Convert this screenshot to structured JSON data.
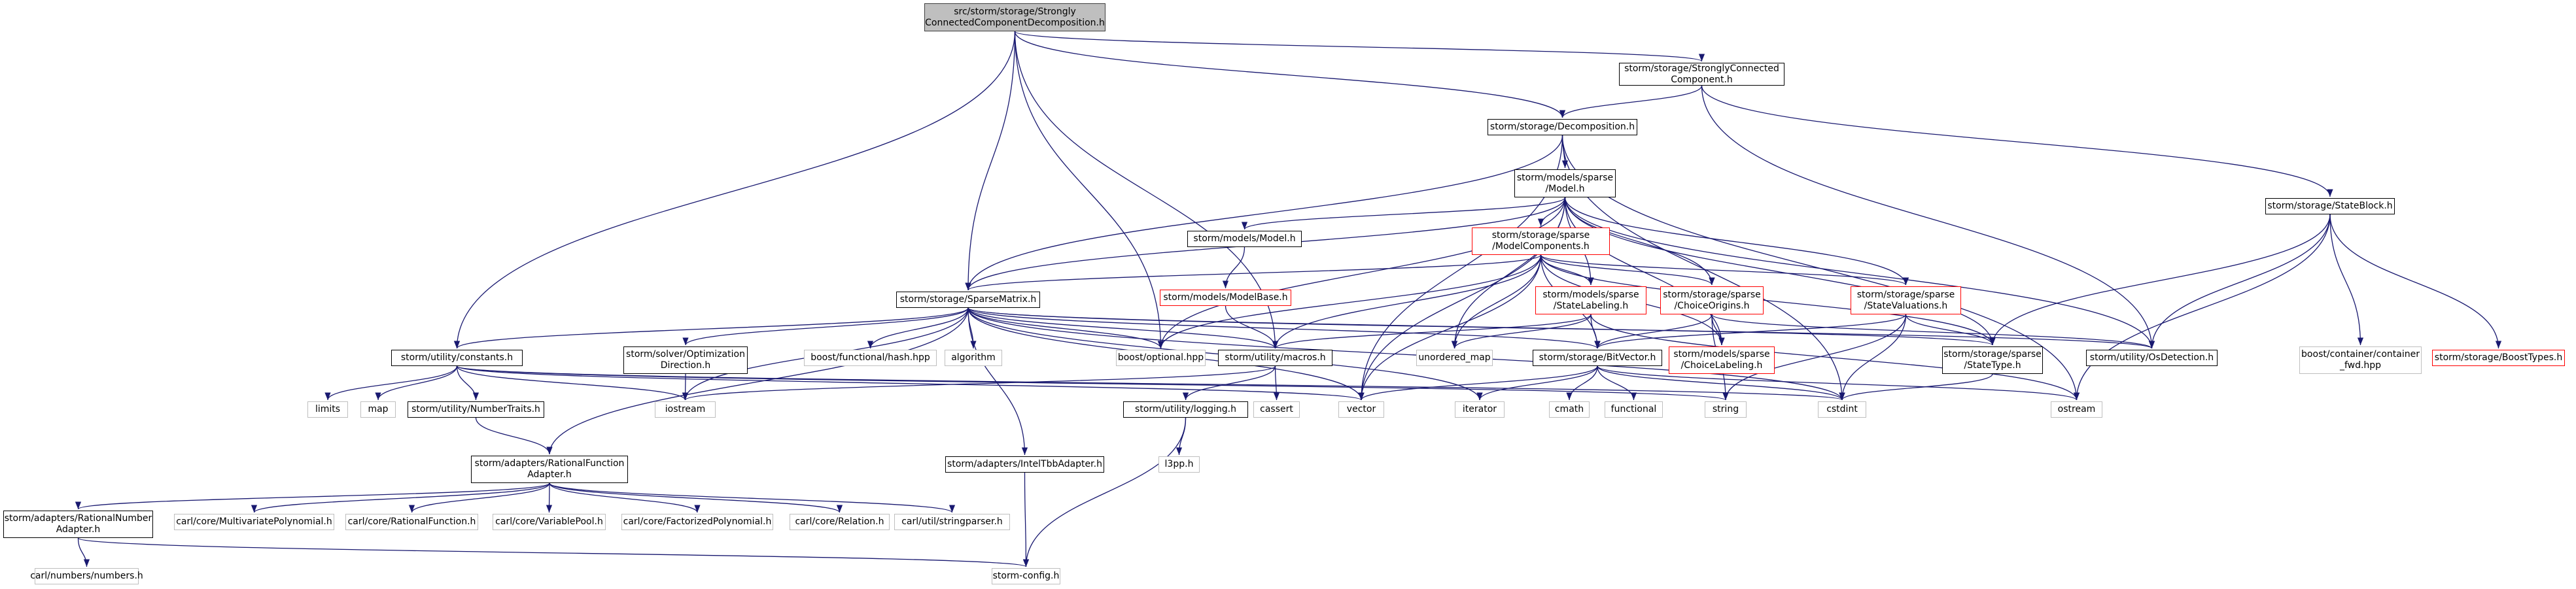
{
  "graph": {
    "edge_color": "#191970",
    "nodes": [
      {
        "id": "root",
        "label": "src/storm/storage/Strongly\nConnectedComponentDecomposition.h",
        "style": "root"
      },
      {
        "id": "scc",
        "label": "storm/storage/StronglyConnected\nComponent.h",
        "style": "normal"
      },
      {
        "id": "decomp",
        "label": "storm/storage/Decomposition.h",
        "style": "normal"
      },
      {
        "id": "model",
        "label": "storm/models/sparse\n/Model.h",
        "style": "normal"
      },
      {
        "id": "stateblock",
        "label": "storm/storage/StateBlock.h",
        "style": "normal"
      },
      {
        "id": "modelcomp",
        "label": "storm/storage/sparse\n/ModelComponents.h",
        "style": "red"
      },
      {
        "id": "modelsmodel",
        "label": "storm/models/Model.h",
        "style": "normal"
      },
      {
        "id": "modelbase",
        "label": "storm/models/ModelBase.h",
        "style": "red"
      },
      {
        "id": "statelab",
        "label": "storm/models/sparse\n/StateLabeling.h",
        "style": "red"
      },
      {
        "id": "choiceorig",
        "label": "storm/storage/sparse\n/ChoiceOrigins.h",
        "style": "red"
      },
      {
        "id": "stateval",
        "label": "storm/storage/sparse\n/StateValuations.h",
        "style": "red"
      },
      {
        "id": "sparsematrix",
        "label": "storm/storage/SparseMatrix.h",
        "style": "normal"
      },
      {
        "id": "constants",
        "label": "storm/utility/constants.h",
        "style": "normal"
      },
      {
        "id": "optdir",
        "label": "storm/solver/Optimization\nDirection.h",
        "style": "normal"
      },
      {
        "id": "hash",
        "label": "boost/functional/hash.hpp",
        "style": "grey"
      },
      {
        "id": "algorithm",
        "label": "algorithm",
        "style": "grey"
      },
      {
        "id": "optional",
        "label": "boost/optional.hpp",
        "style": "grey"
      },
      {
        "id": "macros",
        "label": "storm/utility/macros.h",
        "style": "normal"
      },
      {
        "id": "unordered",
        "label": "unordered_map",
        "style": "grey"
      },
      {
        "id": "bitvector",
        "label": "storm/storage/BitVector.h",
        "style": "normal"
      },
      {
        "id": "choicelab",
        "label": "storm/models/sparse\n/ChoiceLabeling.h",
        "style": "red"
      },
      {
        "id": "statetype",
        "label": "storm/storage/sparse\n/StateType.h",
        "style": "normal"
      },
      {
        "id": "osdet",
        "label": "storm/utility/OsDetection.h",
        "style": "normal"
      },
      {
        "id": "containerfwd",
        "label": "boost/container/container\n_fwd.hpp",
        "style": "grey"
      },
      {
        "id": "boosttypes",
        "label": "storm/storage/BoostTypes.h",
        "style": "red"
      },
      {
        "id": "limits",
        "label": "limits",
        "style": "grey"
      },
      {
        "id": "map",
        "label": "map",
        "style": "grey"
      },
      {
        "id": "numbertraits",
        "label": "storm/utility/NumberTraits.h",
        "style": "normal"
      },
      {
        "id": "iostream",
        "label": "iostream",
        "style": "grey"
      },
      {
        "id": "cassert",
        "label": "cassert",
        "style": "grey"
      },
      {
        "id": "vector",
        "label": "vector",
        "style": "grey"
      },
      {
        "id": "iterator",
        "label": "iterator",
        "style": "grey"
      },
      {
        "id": "cmath",
        "label": "cmath",
        "style": "grey"
      },
      {
        "id": "functional",
        "label": "functional",
        "style": "grey"
      },
      {
        "id": "string",
        "label": "string",
        "style": "grey"
      },
      {
        "id": "cstdint",
        "label": "cstdint",
        "style": "grey"
      },
      {
        "id": "ostream",
        "label": "ostream",
        "style": "grey"
      },
      {
        "id": "logging",
        "label": "storm/utility/logging.h",
        "style": "normal"
      },
      {
        "id": "l3pp",
        "label": "l3pp.h",
        "style": "grey"
      },
      {
        "id": "ratfunc",
        "label": "storm/adapters/RationalFunction\nAdapter.h",
        "style": "normal"
      },
      {
        "id": "inteltbb",
        "label": "storm/adapters/IntelTbbAdapter.h",
        "style": "normal"
      },
      {
        "id": "ratnum",
        "label": "storm/adapters/RationalNumber\nAdapter.h",
        "style": "normal"
      },
      {
        "id": "multipoly",
        "label": "carl/core/MultivariatePolynomial.h",
        "style": "grey"
      },
      {
        "id": "ratfuncc",
        "label": "carl/core/RationalFunction.h",
        "style": "grey"
      },
      {
        "id": "varpool",
        "label": "carl/core/VariablePool.h",
        "style": "grey"
      },
      {
        "id": "factpoly",
        "label": "carl/core/FactorizedPolynomial.h",
        "style": "grey"
      },
      {
        "id": "relation",
        "label": "carl/core/Relation.h",
        "style": "grey"
      },
      {
        "id": "strparser",
        "label": "carl/util/stringparser.h",
        "style": "grey"
      },
      {
        "id": "numbers",
        "label": "carl/numbers/numbers.h",
        "style": "grey"
      },
      {
        "id": "stormconfig",
        "label": "storm-config.h",
        "style": "grey"
      }
    ],
    "edges": [
      [
        "root",
        "scc"
      ],
      [
        "root",
        "decomp"
      ],
      [
        "root",
        "sparsematrix"
      ],
      [
        "root",
        "constants"
      ],
      [
        "root",
        "optional"
      ],
      [
        "root",
        "macros"
      ],
      [
        "scc",
        "decomp"
      ],
      [
        "scc",
        "stateblock"
      ],
      [
        "scc",
        "osdet"
      ],
      [
        "decomp",
        "model"
      ],
      [
        "decomp",
        "sparsematrix"
      ],
      [
        "decomp",
        "vector"
      ],
      [
        "decomp",
        "cstdint"
      ],
      [
        "decomp",
        "ostream"
      ],
      [
        "model",
        "modelcomp"
      ],
      [
        "model",
        "modelsmodel"
      ],
      [
        "model",
        "sparsematrix"
      ],
      [
        "model",
        "statelab"
      ],
      [
        "model",
        "choiceorig"
      ],
      [
        "model",
        "stateval"
      ],
      [
        "model",
        "optional"
      ],
      [
        "model",
        "unordered"
      ],
      [
        "model",
        "vector"
      ],
      [
        "model",
        "choicelab"
      ],
      [
        "model",
        "statetype"
      ],
      [
        "model",
        "osdet"
      ],
      [
        "modelsmodel",
        "modelbase"
      ],
      [
        "modelbase",
        "macros"
      ],
      [
        "modelcomp",
        "sparsematrix"
      ],
      [
        "modelcomp",
        "statelab"
      ],
      [
        "modelcomp",
        "choiceorig"
      ],
      [
        "modelcomp",
        "stateval"
      ],
      [
        "modelcomp",
        "optional"
      ],
      [
        "modelcomp",
        "macros"
      ],
      [
        "modelcomp",
        "unordered"
      ],
      [
        "modelcomp",
        "bitvector"
      ],
      [
        "modelcomp",
        "choicelab"
      ],
      [
        "modelcomp",
        "statetype"
      ],
      [
        "modelcomp",
        "vector"
      ],
      [
        "statelab",
        "bitvector"
      ],
      [
        "statelab",
        "macros"
      ],
      [
        "statelab",
        "unordered"
      ],
      [
        "statelab",
        "ostream"
      ],
      [
        "choiceorig",
        "bitvector"
      ],
      [
        "choiceorig",
        "choicelab"
      ],
      [
        "choiceorig",
        "string"
      ],
      [
        "choiceorig",
        "osdet"
      ],
      [
        "stateval",
        "bitvector"
      ],
      [
        "stateval",
        "statetype"
      ],
      [
        "stateval",
        "string"
      ],
      [
        "stateval",
        "cstdint"
      ],
      [
        "stateblock",
        "statetype"
      ],
      [
        "stateblock",
        "osdet"
      ],
      [
        "stateblock",
        "containerfwd"
      ],
      [
        "stateblock",
        "boosttypes"
      ],
      [
        "stateblock",
        "ostream"
      ],
      [
        "sparsematrix",
        "constants"
      ],
      [
        "sparsematrix",
        "optdir"
      ],
      [
        "sparsematrix",
        "hash"
      ],
      [
        "sparsematrix",
        "algorithm"
      ],
      [
        "sparsematrix",
        "optional"
      ],
      [
        "sparsematrix",
        "macros"
      ],
      [
        "sparsematrix",
        "bitvector"
      ],
      [
        "sparsematrix",
        "statetype"
      ],
      [
        "sparsematrix",
        "osdet"
      ],
      [
        "sparsematrix",
        "iostream"
      ],
      [
        "sparsematrix",
        "vector"
      ],
      [
        "sparsematrix",
        "iterator"
      ],
      [
        "sparsematrix",
        "cstdint"
      ],
      [
        "sparsematrix",
        "ratfunc"
      ],
      [
        "sparsematrix",
        "inteltbb"
      ],
      [
        "constants",
        "limits"
      ],
      [
        "constants",
        "map"
      ],
      [
        "constants",
        "numbertraits"
      ],
      [
        "constants",
        "iostream"
      ],
      [
        "constants",
        "vector"
      ],
      [
        "constants",
        "string"
      ],
      [
        "constants",
        "cstdint"
      ],
      [
        "optdir",
        "iostream"
      ],
      [
        "numbertraits",
        "ratfunc"
      ],
      [
        "macros",
        "iostream"
      ],
      [
        "macros",
        "cassert"
      ],
      [
        "macros",
        "logging"
      ],
      [
        "logging",
        "l3pp"
      ],
      [
        "logging",
        "stormconfig"
      ],
      [
        "bitvector",
        "vector"
      ],
      [
        "bitvector",
        "iterator"
      ],
      [
        "bitvector",
        "cmath"
      ],
      [
        "bitvector",
        "functional"
      ],
      [
        "bitvector",
        "cstdint"
      ],
      [
        "bitvector",
        "ostream"
      ],
      [
        "statetype",
        "cstdint"
      ],
      [
        "ratfunc",
        "ratnum"
      ],
      [
        "ratfunc",
        "multipoly"
      ],
      [
        "ratfunc",
        "ratfuncc"
      ],
      [
        "ratfunc",
        "varpool"
      ],
      [
        "ratfunc",
        "factpoly"
      ],
      [
        "ratfunc",
        "relation"
      ],
      [
        "ratfunc",
        "strparser"
      ],
      [
        "ratnum",
        "numbers"
      ],
      [
        "ratnum",
        "stormconfig"
      ],
      [
        "inteltbb",
        "stormconfig"
      ]
    ]
  }
}
